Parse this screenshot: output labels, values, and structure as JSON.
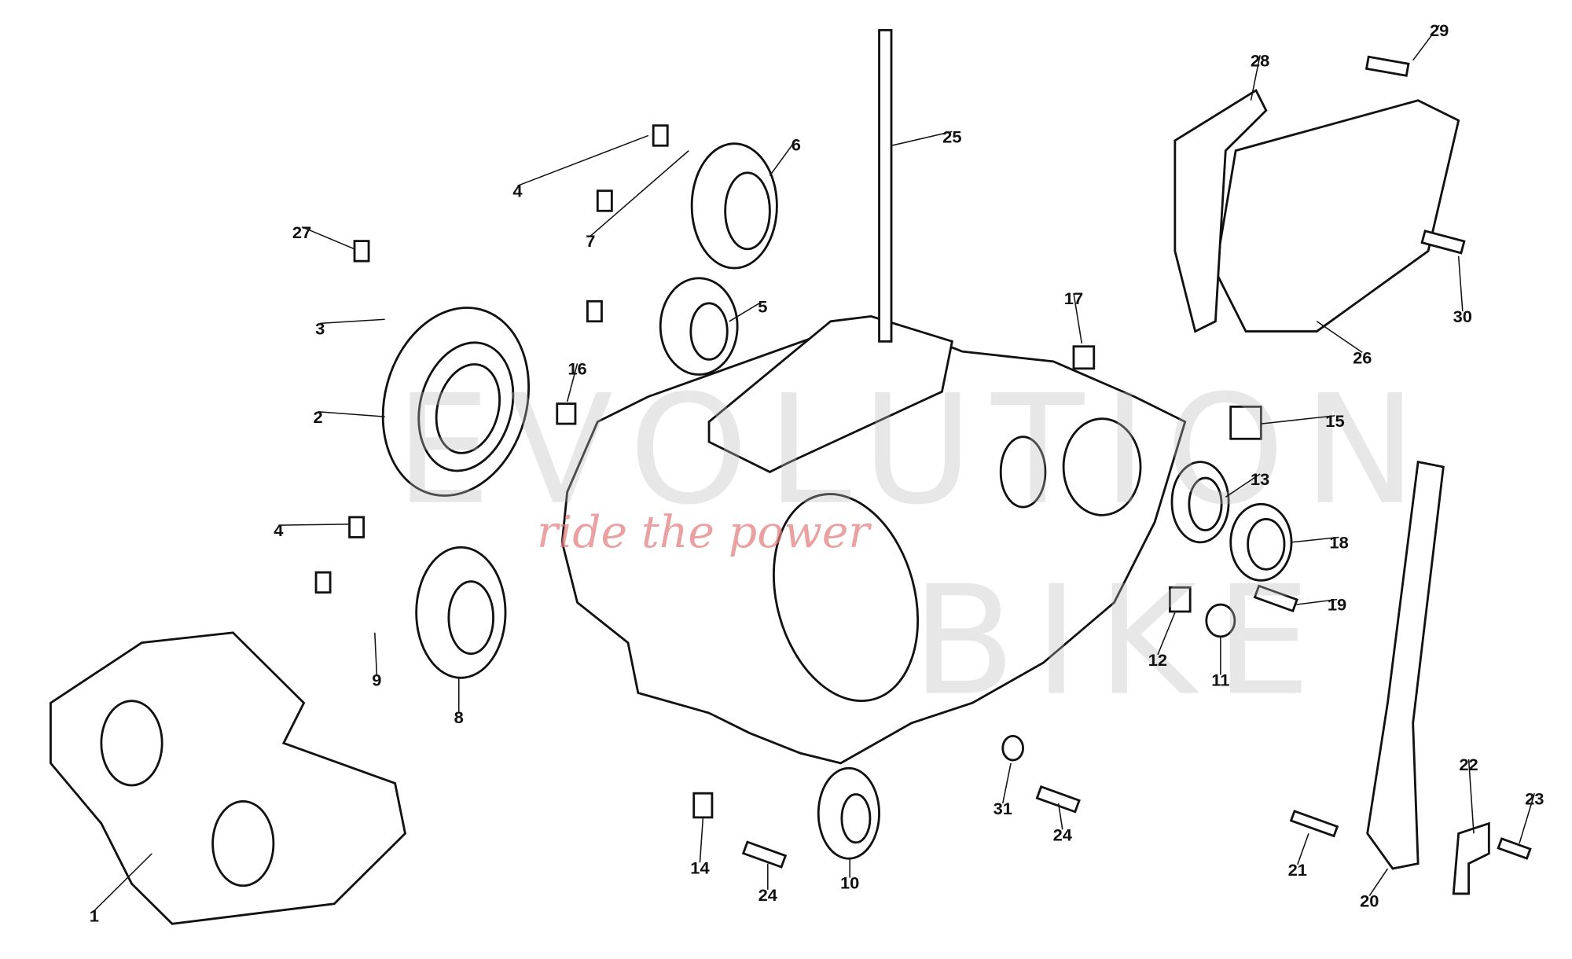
{
  "diagram": {
    "watermark": {
      "line1": "EVOLUTION",
      "line2": "BIKE",
      "tagline": "ride the power"
    },
    "accent_color": "#111111",
    "callouts": [
      {
        "id": "1",
        "label": "1"
      },
      {
        "id": "2",
        "label": "2"
      },
      {
        "id": "3",
        "label": "3"
      },
      {
        "id": "4a",
        "label": "4"
      },
      {
        "id": "4b",
        "label": "4"
      },
      {
        "id": "5",
        "label": "5"
      },
      {
        "id": "6",
        "label": "6"
      },
      {
        "id": "7",
        "label": "7"
      },
      {
        "id": "8",
        "label": "8"
      },
      {
        "id": "9",
        "label": "9"
      },
      {
        "id": "10",
        "label": "10"
      },
      {
        "id": "11",
        "label": "11"
      },
      {
        "id": "12",
        "label": "12"
      },
      {
        "id": "13",
        "label": "13"
      },
      {
        "id": "14",
        "label": "14"
      },
      {
        "id": "15",
        "label": "15"
      },
      {
        "id": "16",
        "label": "16"
      },
      {
        "id": "17",
        "label": "17"
      },
      {
        "id": "18",
        "label": "18"
      },
      {
        "id": "19",
        "label": "19"
      },
      {
        "id": "20",
        "label": "20"
      },
      {
        "id": "21",
        "label": "21"
      },
      {
        "id": "22",
        "label": "22"
      },
      {
        "id": "23",
        "label": "23"
      },
      {
        "id": "24a",
        "label": "24"
      },
      {
        "id": "24b",
        "label": "24"
      },
      {
        "id": "25",
        "label": "25"
      },
      {
        "id": "26",
        "label": "26"
      },
      {
        "id": "27",
        "label": "27"
      },
      {
        "id": "28",
        "label": "28"
      },
      {
        "id": "29",
        "label": "29"
      },
      {
        "id": "30",
        "label": "30"
      },
      {
        "id": "31",
        "label": "31"
      }
    ]
  }
}
